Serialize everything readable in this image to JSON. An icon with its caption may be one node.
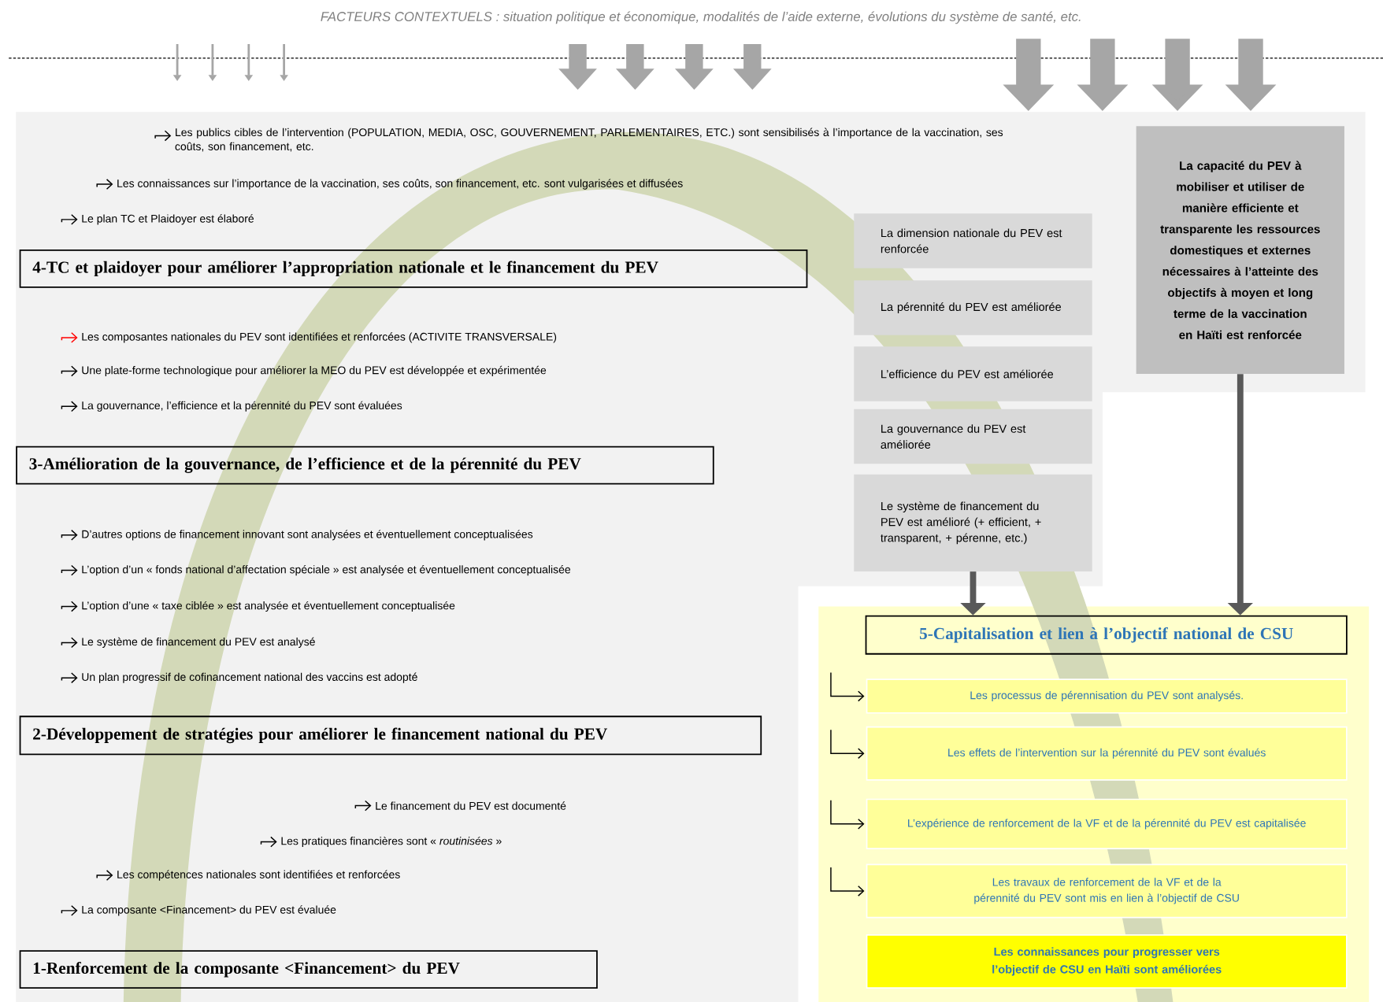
{
  "diagram": {
    "title": "FACTEURS CONTEXTUELS : situation politique et économique, modalités de l’aide externe, évolutions du système de santé, etc.",
    "nodes": [
      {
        "text": [
          "Les publics cibles de l’intervention (POPULATION, MEDIA, OSC, GOUVERNEMENT, PARLEMENTAIRES, ETC.) sont sensibilisés à l’importance de la vaccination, ses coûts, son financement, etc."
        ]
      },
      {
        "text": [
          "Les connaissances sur l’importance de la vaccination, ses coûts, son financement, etc. sont vulgarisées et diffusées"
        ]
      },
      {
        "text": [
          "Le plan TC et Plaidoyer est élaboré"
        ]
      },
      {
        "text": [
          "4-TC et plaidoyer pour améliorer l’appropriation nationale et le financement du PEV"
        ]
      },
      {
        "text": [
          "Les composantes nationales du PEV sont identifiées et renforcées (ACTIVITE TRANSVERSALE)"
        ]
      },
      {
        "text": [
          "Une plate-forme technologique pour améliorer la MEO du PEV est développée et expérimentée"
        ]
      },
      {
        "text": [
          "La gouvernance, l’efficience et la pérennité du PEV sont évaluées"
        ]
      },
      {
        "text": [
          "3-Amélioration de la gouvernance, de l’efficience et de la pérennité du PEV"
        ]
      },
      {
        "text": [
          "D’autres options de financement innovant sont analysées et éventuellement conceptualisées"
        ]
      },
      {
        "text": [
          "L’option d’un « fonds national d’affectation spéciale » est analysée et éventuellement conceptualisée"
        ]
      },
      {
        "text": [
          "L’option d’une « taxe ciblée » est analysée et éventuellement conceptualisée"
        ]
      },
      {
        "text": [
          "Le système de financement du PEV est analysé"
        ]
      },
      {
        "text": [
          "Un plan progressif de cofinancement national des vaccins est adopté"
        ]
      },
      {
        "text": [
          "2-Développement de stratégies pour améliorer le financement national du PEV"
        ]
      },
      {
        "text": [
          "Le financement du PEV est documenté"
        ]
      },
      {
        "text": [
          "Les pratiques financières sont « *routinisées* »"
        ]
      },
      {
        "text": [
          "Les compétences nationales sont identifiées et renforcées"
        ]
      },
      {
        "text": [
          "La composante <Financement> du PEV est évaluée"
        ]
      },
      {
        "text": [
          "1-Renforcement de la composante <Financement> du PEV"
        ]
      },
      {
        "text": [
          "La dimension nationale du PEV est renforcée"
        ]
      },
      {
        "text": [
          "La pérennité du PEV est améliorée"
        ]
      },
      {
        "text": [
          "L’efficience du PEV est améliorée"
        ]
      },
      {
        "text": [
          "La gouvernance du PEV est améliorée"
        ]
      },
      {
        "text": [
          "Le système de financement du PEV est amélioré (+ efficient, + transparent, + pérenne, etc.)"
        ]
      },
      {
        "text": [
          "La capacité du PEV à mobiliser et utiliser de manière efficiente et transparente les ressources domestiques et externes nécessaires à l’atteinte des objectifs à moyen et long terme de la vaccination en Haïti est renforcée"
        ]
      },
      {
        "text": [
          "5-Capitalisation et lien à l’objectif national de CSU"
        ]
      },
      {
        "text": [
          "Les processus de pérennisation du PEV sont analysés."
        ]
      },
      {
        "text": [
          "Les effets de l’intervention sur la pérennité du PEV sont évalués"
        ]
      },
      {
        "text": [
          "L’expérience de renforcement de la VF et de la pérennité du PEV est capitalisée"
        ]
      },
      {
        "text": [
          "Les travaux de renforcement de la VF et de la pérennité du PEV sont mis en lien à l’objectif de CSU"
        ]
      },
      {
        "text": [
          "Les connaissances pour progresser vers l’objectif de CSU en Haïti sont améliorées"
        ]
      }
    ],
    "edges": [
      {
        "from": null,
        "to": 0,
        "arrow": "to"
      },
      {
        "from": null,
        "to": 1,
        "arrow": "to"
      },
      {
        "from": null,
        "to": 2,
        "arrow": "to"
      },
      {
        "from": null,
        "to": 4,
        "arrow": "to",
        "color": "#ff0000"
      },
      {
        "from": null,
        "to": 5,
        "arrow": "to"
      },
      {
        "from": null,
        "to": 6,
        "arrow": "to"
      },
      {
        "from": null,
        "to": 8,
        "arrow": "to"
      },
      {
        "from": null,
        "to": 9,
        "arrow": "to"
      },
      {
        "from": null,
        "to": 10,
        "arrow": "to"
      },
      {
        "from": null,
        "to": 11,
        "arrow": "to"
      },
      {
        "from": null,
        "to": 12,
        "arrow": "to"
      },
      {
        "from": null,
        "to": 14,
        "arrow": "to"
      },
      {
        "from": null,
        "to": 15,
        "arrow": "to"
      },
      {
        "from": null,
        "to": 16,
        "arrow": "to"
      },
      {
        "from": null,
        "to": 17,
        "arrow": "to"
      },
      {
        "from": null,
        "to": 26,
        "arrow": "to"
      },
      {
        "from": null,
        "to": 27,
        "arrow": "to"
      },
      {
        "from": null,
        "to": 28,
        "arrow": "to"
      },
      {
        "from": null,
        "to": 29,
        "arrow": "to"
      },
      {
        "from": 23,
        "to": 25,
        "arrow": "to",
        "style": "thick",
        "color": "#595959"
      },
      {
        "from": 24,
        "to": 25,
        "arrow": "to",
        "style": "thick",
        "color": "#595959"
      }
    ]
  }
}
